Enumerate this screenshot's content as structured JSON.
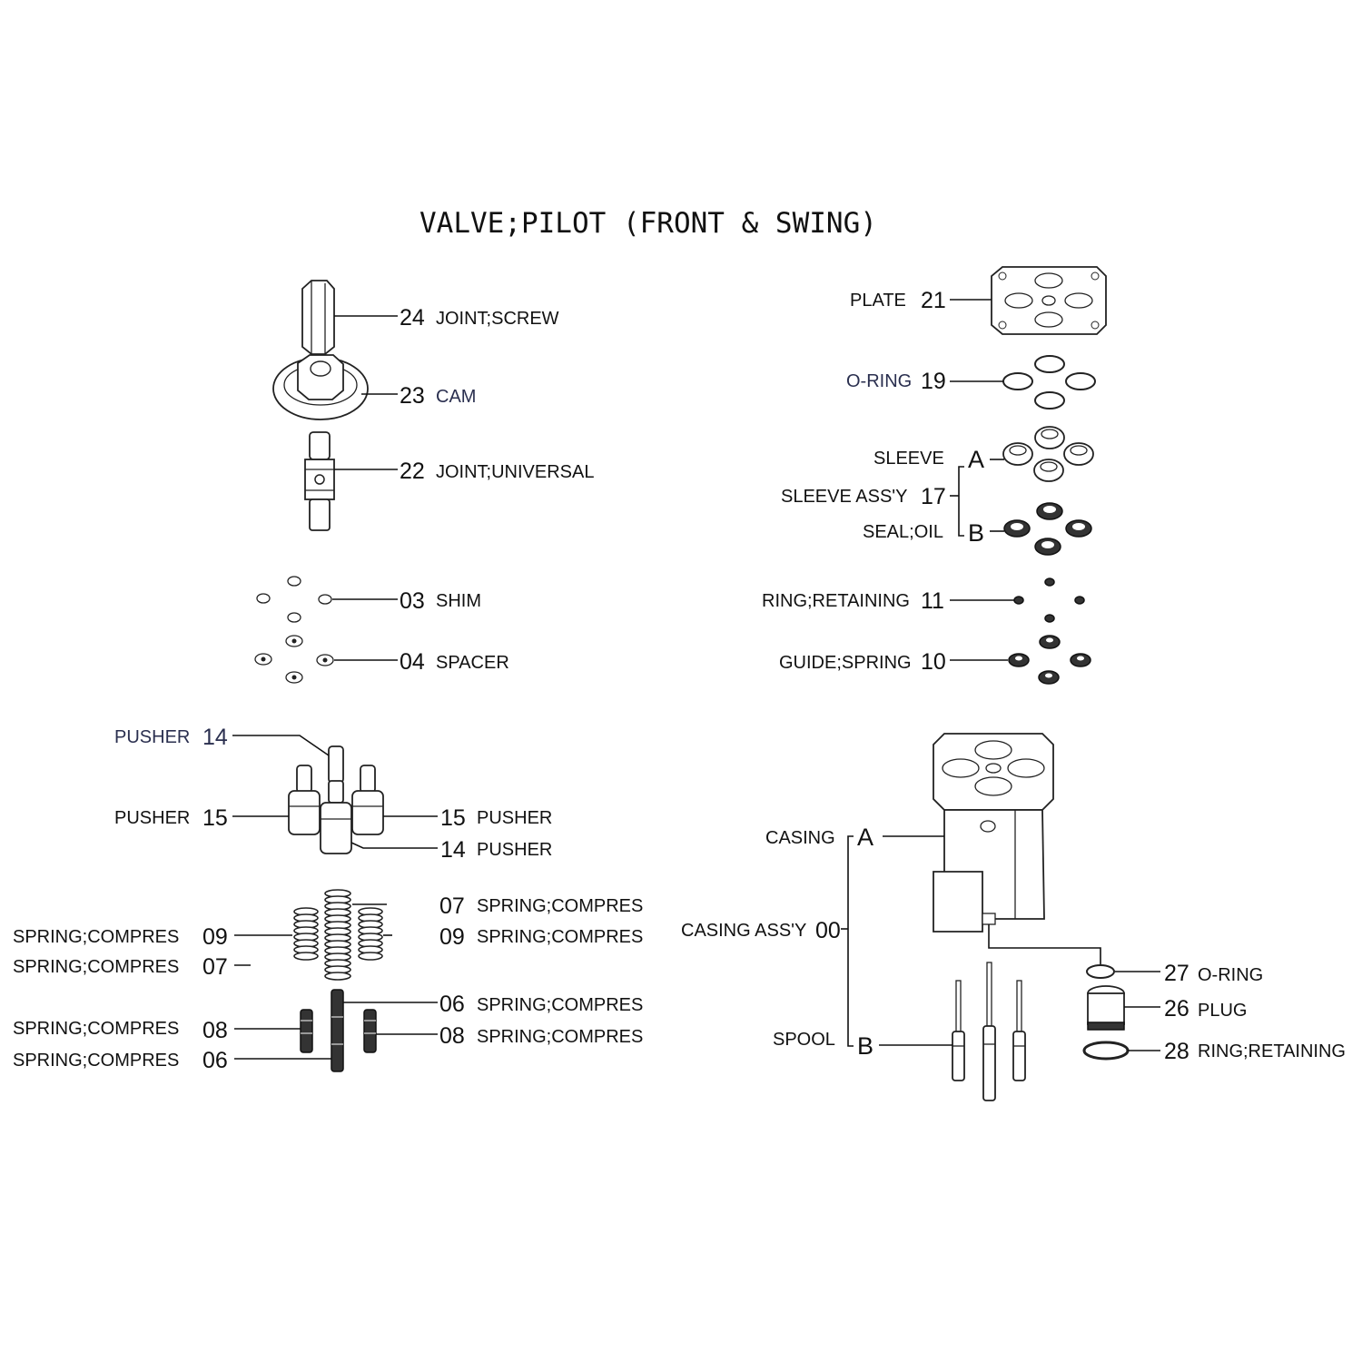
{
  "title": "VALVE;PILOT (FRONT & SWING)",
  "left_parts": {
    "p24": {
      "num": "24",
      "name": "JOINT;SCREW"
    },
    "p23": {
      "num": "23",
      "name": "CAM"
    },
    "p22": {
      "num": "22",
      "name": "JOINT;UNIVERSAL"
    },
    "p03": {
      "num": "03",
      "name": "SHIM"
    },
    "p04": {
      "num": "04",
      "name": "SPACER"
    },
    "pusher14_left": {
      "name": "PUSHER",
      "num": "14"
    },
    "pusher15_left": {
      "name": "PUSHER",
      "num": "15"
    },
    "pusher15_right": {
      "num": "15",
      "name": "PUSHER"
    },
    "pusher14_right": {
      "num": "14",
      "name": "PUSHER"
    },
    "spring07_right": {
      "num": "07",
      "name": "SPRING;COMPRES"
    },
    "spring09_right": {
      "num": "09",
      "name": "SPRING;COMPRES"
    },
    "spring09_left": {
      "name": "SPRING;COMPRES",
      "num": "09"
    },
    "spring07_left": {
      "name": "SPRING;COMPRES",
      "num": "07"
    },
    "spring06_right": {
      "num": "06",
      "name": "SPRING;COMPRES"
    },
    "spring08_right": {
      "num": "08",
      "name": "SPRING;COMPRES"
    },
    "spring08_left": {
      "name": "SPRING;COMPRES",
      "num": "08"
    },
    "spring06_left": {
      "name": "SPRING;COMPRES",
      "num": "06"
    }
  },
  "right_parts": {
    "plate": {
      "name": "PLATE",
      "num": "21"
    },
    "oring19": {
      "name": "O-RING",
      "num": "19"
    },
    "sleeve": {
      "name": "SLEEVE",
      "letter": "A"
    },
    "sleeve_assy": {
      "name": "SLEEVE ASS'Y",
      "num": "17"
    },
    "seal_oil": {
      "name": "SEAL;OIL",
      "letter": "B"
    },
    "ring11": {
      "name": "RING;RETAINING",
      "num": "11"
    },
    "guide10": {
      "name": "GUIDE;SPRING",
      "num": "10"
    },
    "casing": {
      "name": "CASING",
      "letter": "A"
    },
    "casing_assy": {
      "name": "CASING ASS'Y",
      "num": "00"
    },
    "spool": {
      "name": "SPOOL",
      "letter": "B"
    },
    "p27": {
      "num": "27",
      "name": "O-RING"
    },
    "p26": {
      "num": "26",
      "name": "PLUG"
    },
    "p28": {
      "num": "28",
      "name": "RING;RETAINING"
    }
  }
}
